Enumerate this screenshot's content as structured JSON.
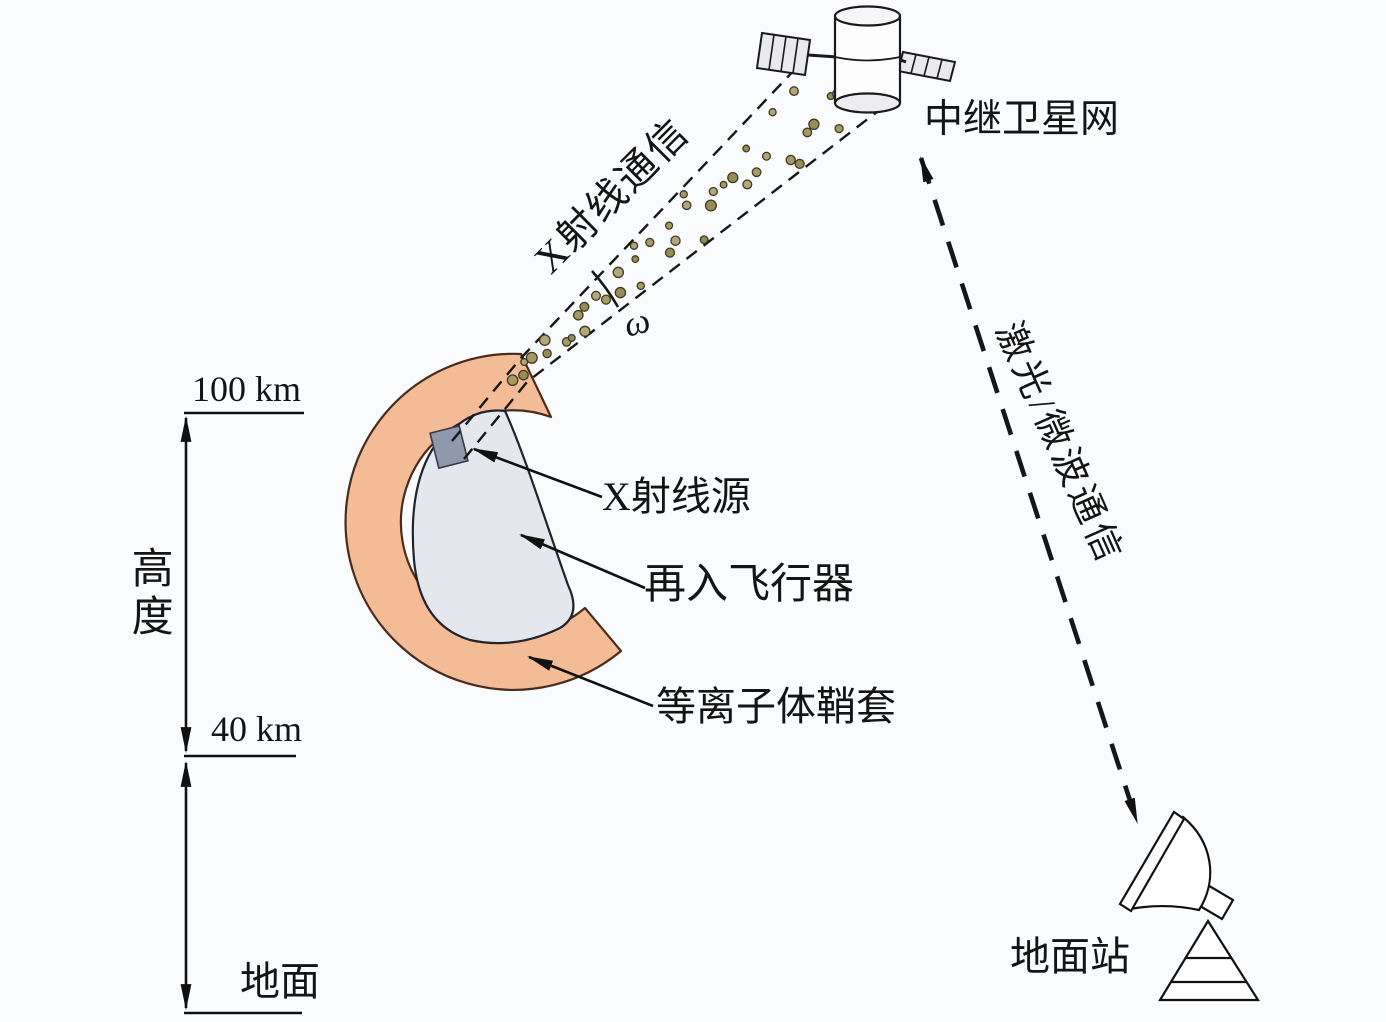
{
  "labels": {
    "relay_satellite": "中继卫星网",
    "xray_comm": "X射线通信",
    "beam_angle": "ω",
    "xray_source": "X射线源",
    "reentry_vehicle": "再入飞行器",
    "plasma_sheath": "等离子体鞘套",
    "laser_microwave_comm": "激光/微波通信",
    "ground_station": "地面站"
  },
  "axis": {
    "label": "高度",
    "ticks": [
      "100 km",
      "40 km",
      "地面"
    ]
  },
  "colors": {
    "background": "#fafbfc",
    "plasma_sheath": "#f3bc96",
    "plasma_sheath_outline": "#4a2c1e",
    "vehicle": "#e4e7ee",
    "vehicle_outline": "#23232c",
    "xray_source": "#8f98ac",
    "beam_dot": "#a59a62",
    "line": "#151515"
  }
}
